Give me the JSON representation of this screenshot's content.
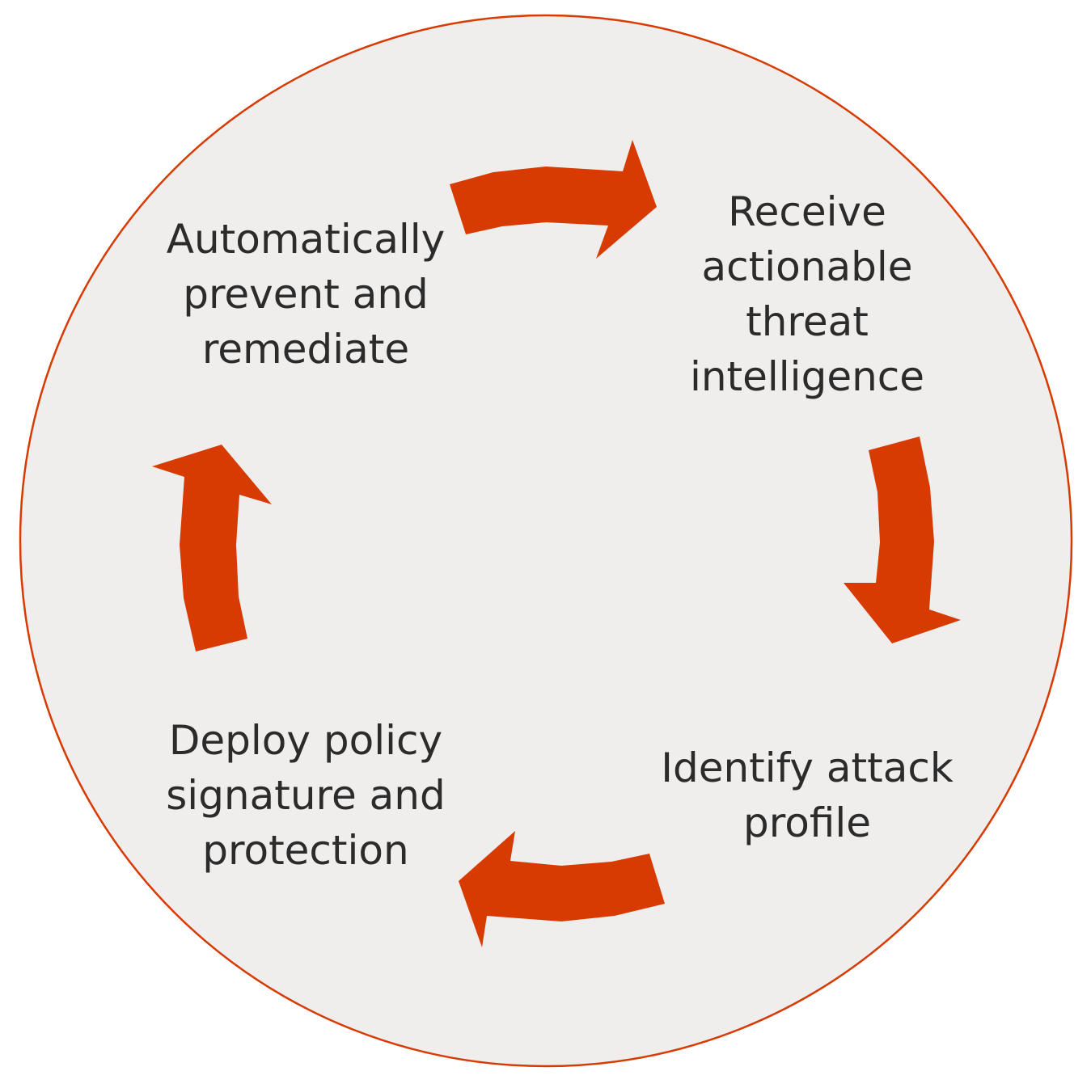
{
  "colors": {
    "circle_fill": "#efeeed",
    "circle_stroke": "#d83b01",
    "arrow": "#d83b01",
    "text": "#2b2b2b"
  },
  "steps": [
    {
      "lines": [
        "Receive",
        "actionable",
        "threat",
        "intelligence"
      ]
    },
    {
      "lines": [
        "Identify attack",
        "profile"
      ]
    },
    {
      "lines": [
        "Deploy policy",
        "signature and",
        "protection"
      ]
    },
    {
      "lines": [
        "Automatically",
        "prevent and",
        "remediate"
      ]
    }
  ],
  "arrows": [
    {
      "icon": "arrow-clockwise-top-icon"
    },
    {
      "icon": "arrow-clockwise-right-icon"
    },
    {
      "icon": "arrow-clockwise-bottom-icon"
    },
    {
      "icon": "arrow-clockwise-left-icon"
    }
  ]
}
